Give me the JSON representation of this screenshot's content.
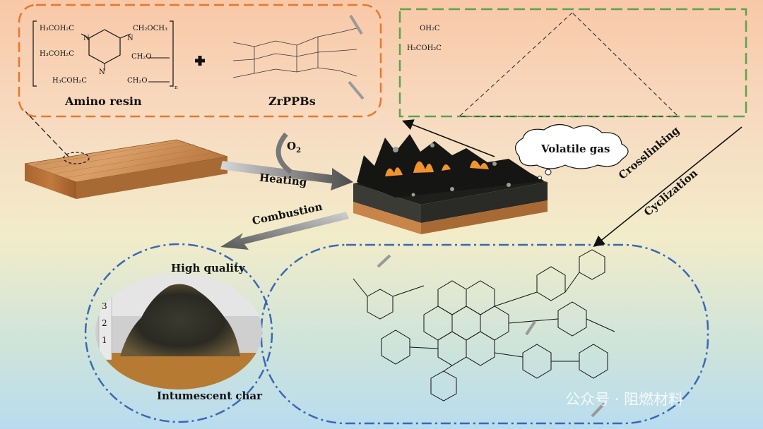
{
  "labels": {
    "amino_resin": "Amino resin",
    "zrppbs": "ZrPPBs",
    "o2": "O",
    "o2_sub": "2",
    "heating": "Heating",
    "combustion": "Combustion",
    "volatile_gas": "Volatile gas",
    "crosslinking": "Crosslinking",
    "cyclization": "Cyclization",
    "high_quality": "High quality",
    "intumescent_char": "Intumescent char"
  },
  "amino_resin_formula": {
    "left_top": "H₃COH₂C",
    "left_mid": "H₃COH₂C",
    "left_bot": "H₃COH₂C",
    "right_top": "CH₂OCH₃",
    "right_mid": "CH₂O",
    "bot_right": "CH₂O",
    "subscript_n": "n",
    "plus": "+"
  },
  "gas_formula": {
    "left_top": "OH₂C",
    "left_bot": "H₃COH₂C"
  },
  "ruler_marks": [
    "3",
    "2",
    "1"
  ],
  "watermark": "公众号 · 阻燃材料",
  "colors": {
    "orange_frame": "#e8782a",
    "green_frame": "#5aa54a",
    "blue_frame": "#3b68b4",
    "wood": "#c8854a"
  }
}
